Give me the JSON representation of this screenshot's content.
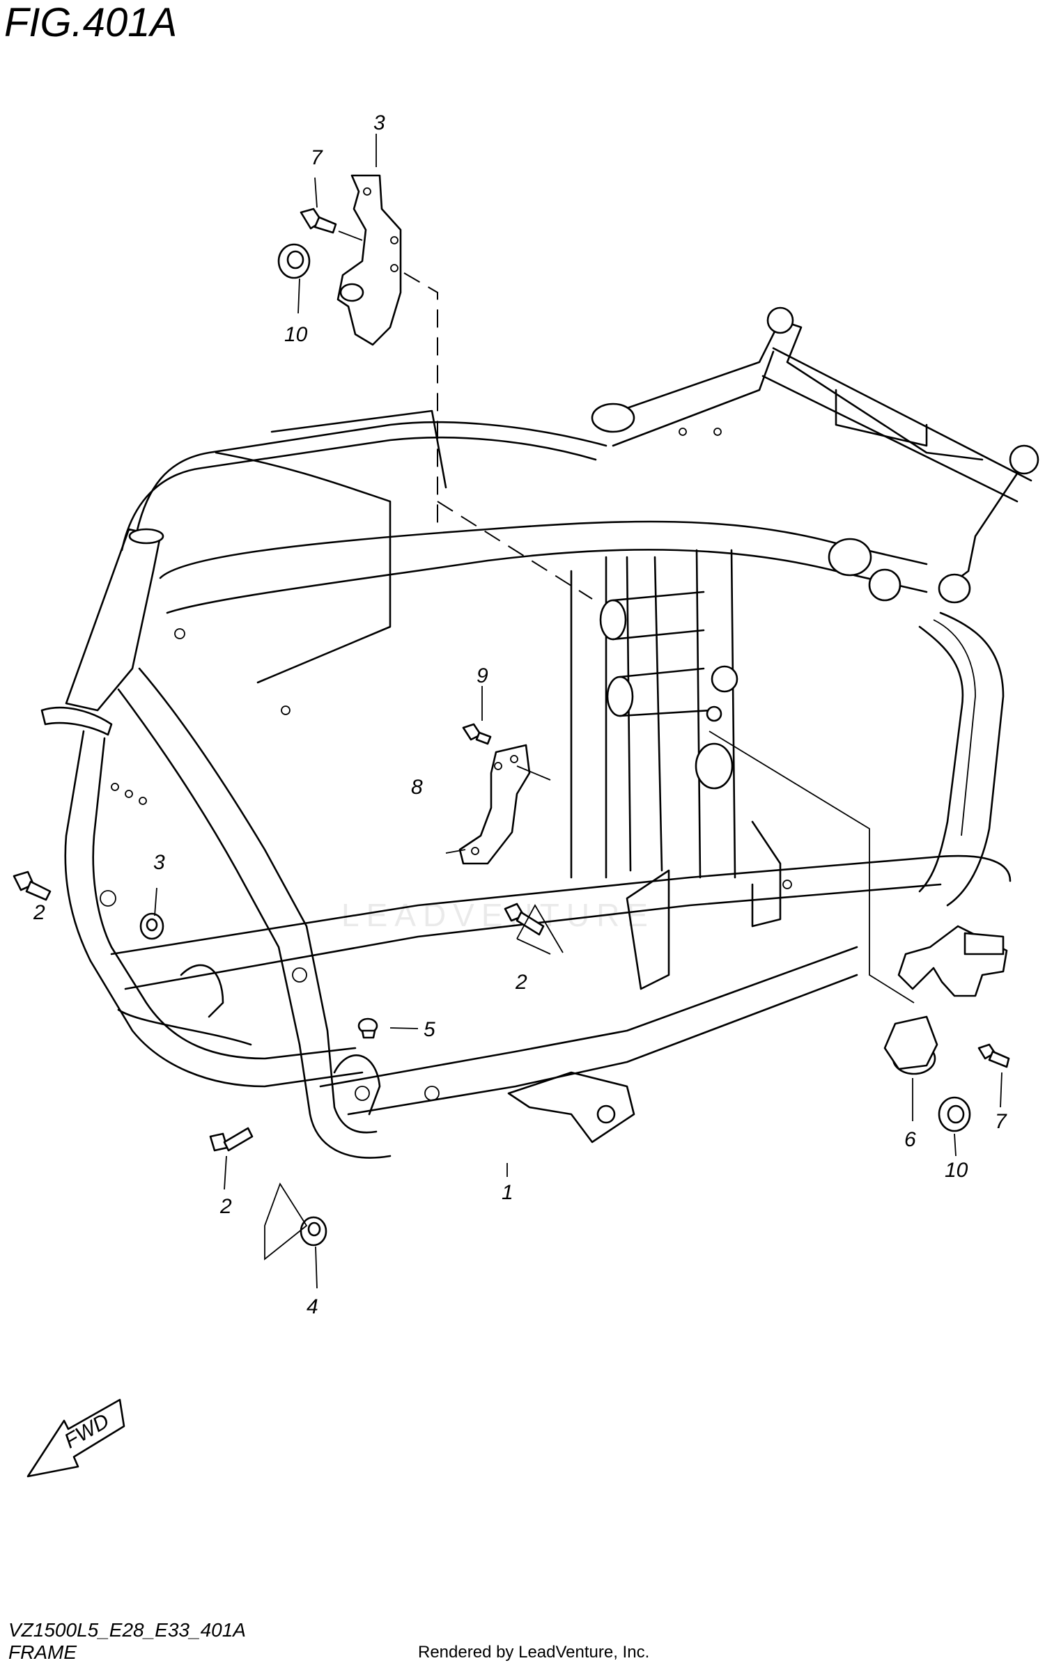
{
  "figure": {
    "title": "FIG.401A",
    "model_code": "VZ1500L5_E28_E33_401A",
    "section_name": "FRAME",
    "credit": "Rendered by LeadVenture, Inc.",
    "watermark": "LEADVENTURE"
  },
  "direction_marker": {
    "label": "FWD",
    "icon": "arrow-forward-icon"
  },
  "callouts": [
    {
      "id": "c1",
      "number": "1",
      "part": "frame"
    },
    {
      "id": "c2a",
      "number": "2",
      "part": "bolt"
    },
    {
      "id": "c2b",
      "number": "2",
      "part": "bolt"
    },
    {
      "id": "c2c",
      "number": "2",
      "part": "bolt"
    },
    {
      "id": "c3a",
      "number": "3",
      "part": "nut"
    },
    {
      "id": "c3b",
      "number": "3",
      "part": "nut"
    },
    {
      "id": "c4",
      "number": "4",
      "part": "plug"
    },
    {
      "id": "c5",
      "number": "5",
      "part": "bracket"
    },
    {
      "id": "c6",
      "number": "6",
      "part": "bracket"
    },
    {
      "id": "c7a",
      "number": "7",
      "part": "bolt"
    },
    {
      "id": "c7b",
      "number": "7",
      "part": "bolt"
    },
    {
      "id": "c8",
      "number": "8",
      "part": "bracket"
    },
    {
      "id": "c9",
      "number": "9",
      "part": "bolt"
    },
    {
      "id": "c10a",
      "number": "10",
      "part": "grommet"
    },
    {
      "id": "c10b",
      "number": "10",
      "part": "grommet"
    }
  ]
}
